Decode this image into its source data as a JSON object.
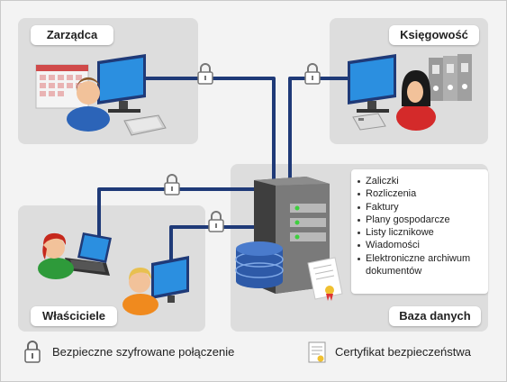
{
  "labels": {
    "manager": "Zarządca",
    "accounting": "Księgowość",
    "owners": "Właściciele",
    "database": "Baza danych"
  },
  "database_items": [
    "Zaliczki",
    "Rozliczenia",
    "Faktury",
    "Plany gospodarcze",
    "Listy licznikowe",
    "Wiadomości",
    "Elektroniczne archiwum dokumentów"
  ],
  "legend": {
    "secure_connection": "Bezpieczne szyfrowane połączenie",
    "certificate": "Certyfikat bezpieczeństwa"
  },
  "colors": {
    "connection_line": "#1f3a78",
    "panel": "#dddddd",
    "monitor": "#1f3a78",
    "screen": "#2b8fe0"
  },
  "icons": [
    "lock-icon",
    "certificate-icon",
    "server-icon",
    "database-icon",
    "monitor-icon",
    "laptop-icon",
    "person-icon",
    "binder-icon",
    "calendar-icon",
    "calculator-icon",
    "keyboard-icon"
  ]
}
